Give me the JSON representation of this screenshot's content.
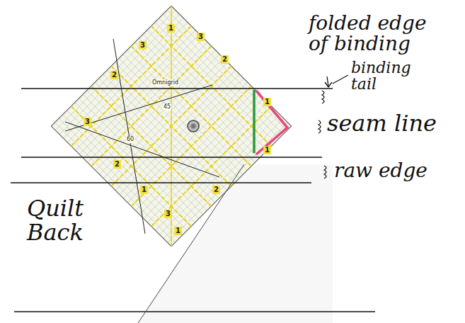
{
  "diagram": {
    "labels": [
      "folded edge of binding",
      "binding tail",
      "seam line",
      "raw edge",
      "Quilt Back",
      "1",
      "3",
      "2",
      "1",
      "1",
      "3",
      "2",
      "3",
      "2",
      "1",
      "2",
      "3",
      "1",
      "45",
      "60",
      "Omnigrid"
    ]
  }
}
